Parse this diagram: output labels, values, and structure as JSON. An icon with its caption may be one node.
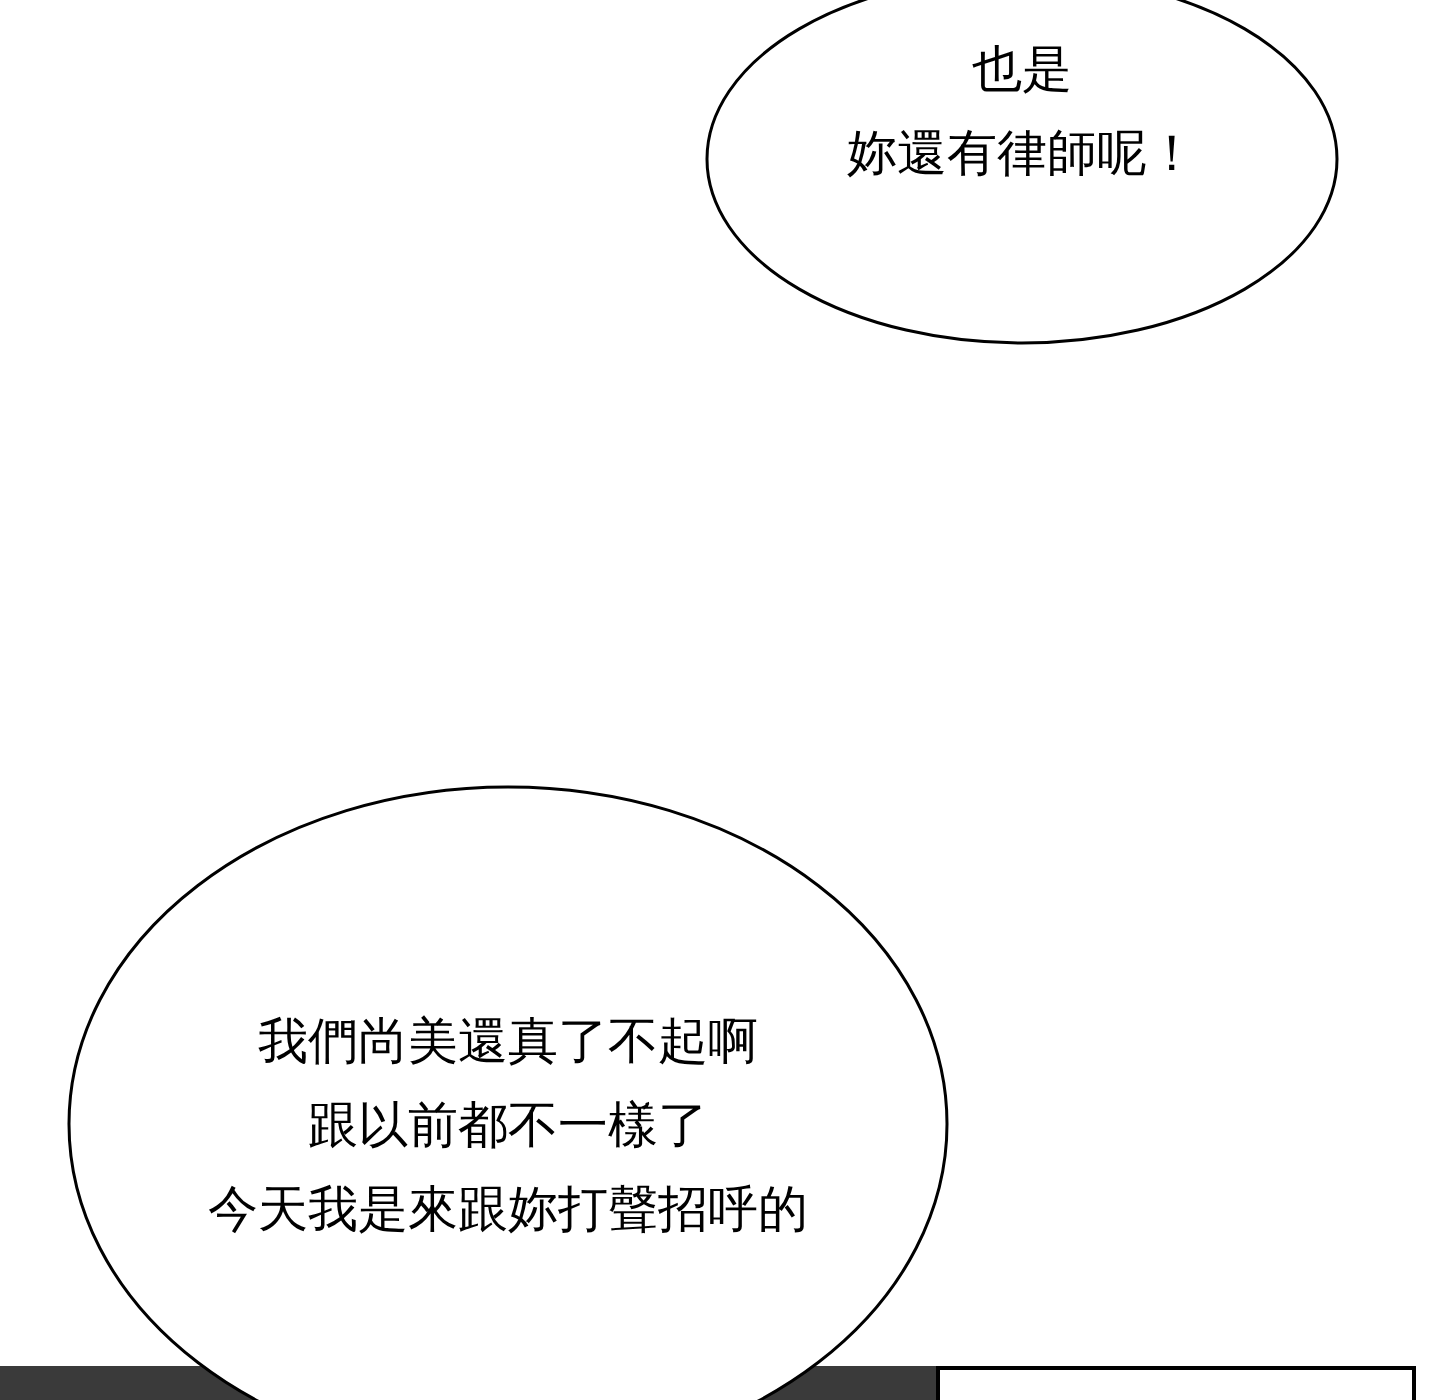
{
  "diagram": {
    "nodes": [
      {
        "text": [
          "也是",
          "妳還有律師呢！"
        ]
      },
      {
        "text": [
          "我們尚美還真了不起啊",
          "跟以前都不一樣了",
          "今天我是來跟妳打聲招呼的"
        ]
      }
    ]
  }
}
